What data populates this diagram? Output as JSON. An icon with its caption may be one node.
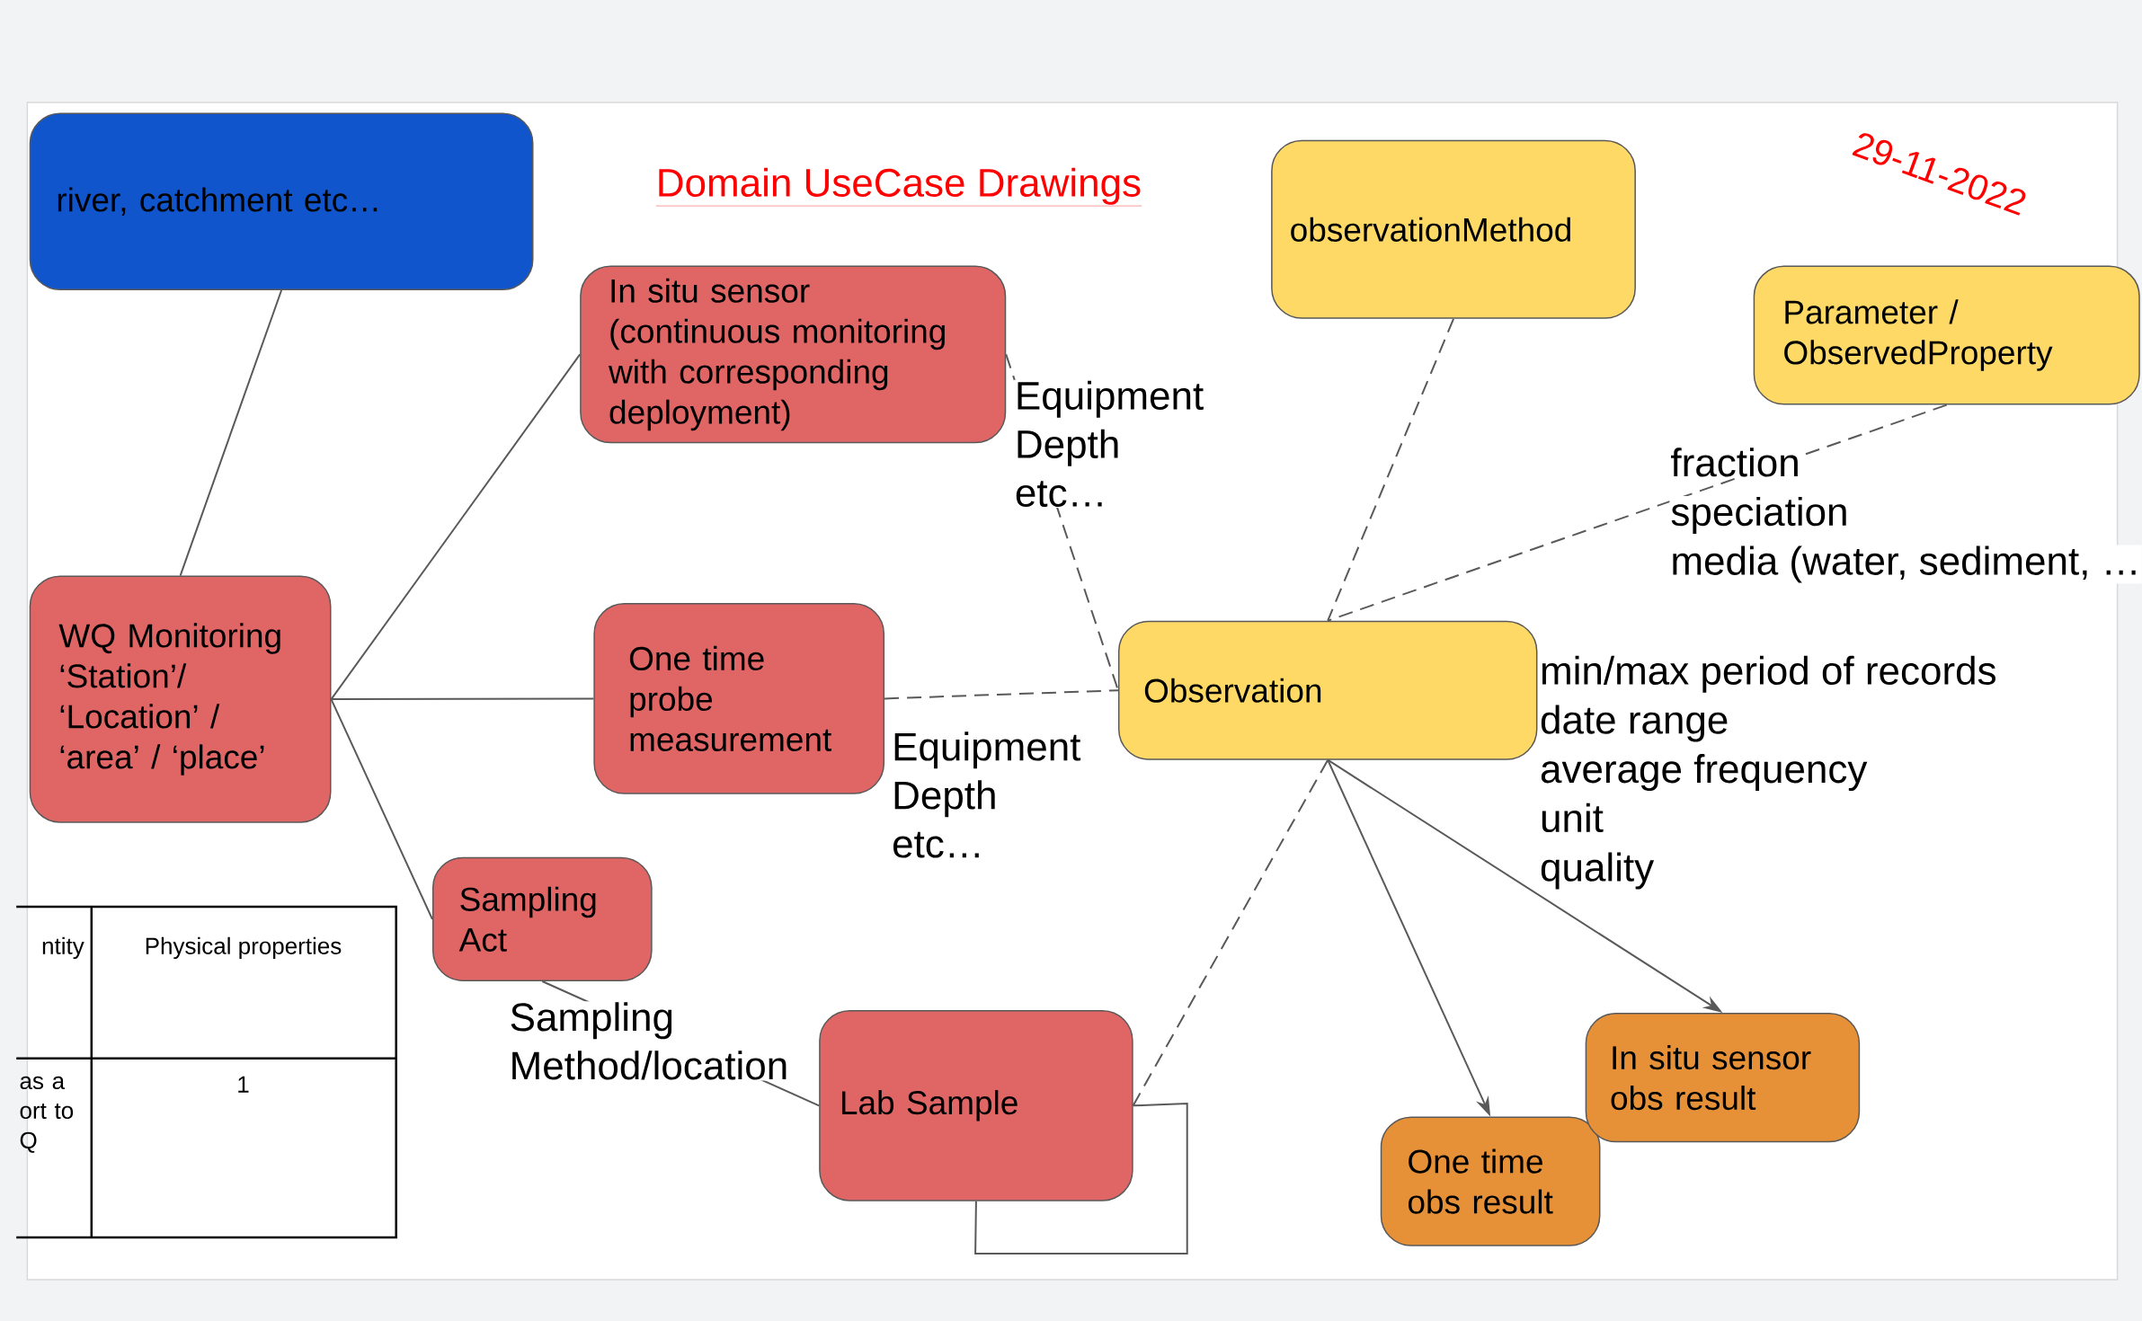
{
  "diagram": {
    "title": "Domain UseCase Drawings",
    "nodes": [
      {
        "text": [
          "river, catchment etc…"
        ]
      },
      {
        "text": [
          "In situ sensor (continuous monitoring with corresponding deployment)"
        ]
      },
      {
        "text": [
          "observationMethod"
        ]
      },
      {
        "text": [
          "Parameter / ObservedProperty"
        ]
      },
      {
        "text": [
          "WQ Monitoring ‘Station’/ ‘Location’ / ‘area’ / ‘place’"
        ]
      },
      {
        "text": [
          "One time probe measurement"
        ]
      },
      {
        "text": [
          "Observation"
        ],
        "beside": [
          "min/max period of records",
          "date range",
          "average frequency",
          "unit",
          "quality"
        ]
      },
      {
        "text": [
          "Sampling Act"
        ]
      },
      {
        "text": [
          "Lab Sample"
        ]
      },
      {
        "text": [
          "In situ sensor obs result"
        ]
      },
      {
        "text": [
          "One time obs result"
        ]
      }
    ],
    "edges": [
      {
        "from": 0,
        "to": 4,
        "arrow": "none"
      },
      {
        "from": 4,
        "to": 1,
        "arrow": "none"
      },
      {
        "from": 4,
        "to": 5,
        "arrow": "none"
      },
      {
        "from": 4,
        "to": 7,
        "arrow": "none"
      },
      {
        "from": 7,
        "to": 8,
        "arrow": "none",
        "label": "Sampling Method/location"
      },
      {
        "from": 1,
        "to": 6,
        "arrow": "none",
        "style": "dashed",
        "label": "Equipment Depth etc…"
      },
      {
        "from": 5,
        "to": 6,
        "arrow": "none",
        "style": "dashed",
        "label": "Equipment Depth etc…"
      },
      {
        "from": 8,
        "to": 6,
        "arrow": "none",
        "style": "dashed"
      },
      {
        "from": 2,
        "to": 6,
        "arrow": "none",
        "style": "dashed"
      },
      {
        "from": 3,
        "to": 6,
        "arrow": "none",
        "style": "dashed"
      },
      {
        "from": 6,
        "to": 10,
        "arrow": "to"
      },
      {
        "from": 6,
        "to": 9,
        "arrow": "to"
      },
      {
        "from": 8,
        "to": 8,
        "arrow": "none"
      }
    ],
    "labels": [
      "29-11-2022",
      "fraction",
      "speciation",
      "media (water, sediment, …",
      "ntity",
      "Physical properties",
      "as a ort to Q",
      "1"
    ]
  }
}
